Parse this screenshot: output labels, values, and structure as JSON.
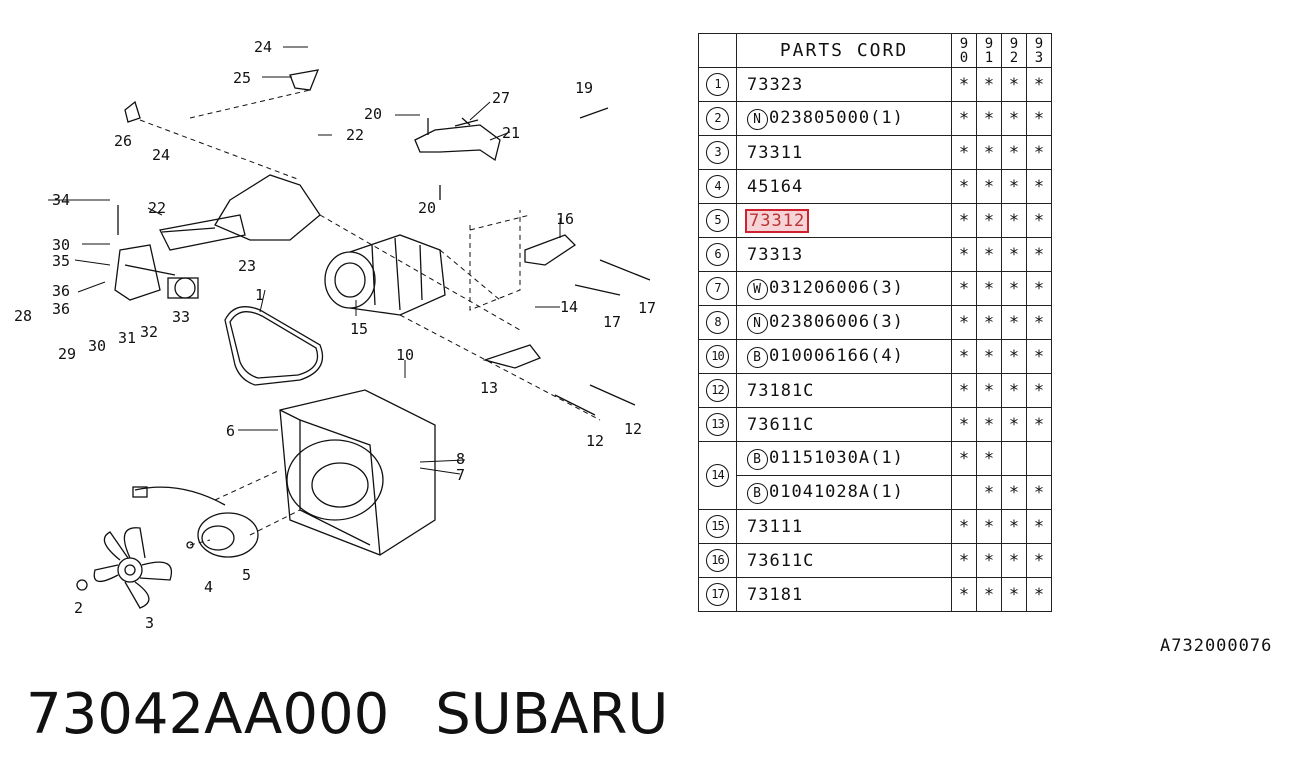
{
  "table": {
    "title": "PARTS CORD",
    "years": [
      "90",
      "91",
      "92",
      "93"
    ],
    "rows": [
      {
        "idx": "1",
        "prefix": "",
        "code": "73323",
        "marks": [
          "*",
          "*",
          "*",
          "*"
        ]
      },
      {
        "idx": "2",
        "prefix": "N",
        "code": "023805000(1)",
        "marks": [
          "*",
          "*",
          "*",
          "*"
        ]
      },
      {
        "idx": "3",
        "prefix": "",
        "code": "73311",
        "marks": [
          "*",
          "*",
          "*",
          "*"
        ]
      },
      {
        "idx": "4",
        "prefix": "",
        "code": "45164",
        "marks": [
          "*",
          "*",
          "*",
          "*"
        ]
      },
      {
        "idx": "5",
        "prefix": "",
        "code": "73312",
        "highlight": true,
        "marks": [
          "*",
          "*",
          "*",
          "*"
        ]
      },
      {
        "idx": "6",
        "prefix": "",
        "code": "73313",
        "marks": [
          "*",
          "*",
          "*",
          "*"
        ]
      },
      {
        "idx": "7",
        "prefix": "W",
        "code": "031206006(3)",
        "marks": [
          "*",
          "*",
          "*",
          "*"
        ]
      },
      {
        "idx": "8",
        "prefix": "N",
        "code": "023806006(3)",
        "marks": [
          "*",
          "*",
          "*",
          "*"
        ]
      },
      {
        "idx": "10",
        "prefix": "B",
        "code": "010006166(4)",
        "marks": [
          "*",
          "*",
          "*",
          "*"
        ]
      },
      {
        "idx": "12",
        "prefix": "",
        "code": "73181C",
        "marks": [
          "*",
          "*",
          "*",
          "*"
        ]
      },
      {
        "idx": "13",
        "prefix": "",
        "code": "73611C",
        "marks": [
          "*",
          "*",
          "*",
          "*"
        ]
      },
      {
        "idx": "14",
        "prefix": "B",
        "code": "01151030A(1)",
        "marks": [
          "*",
          "*",
          "",
          ""
        ],
        "rowspan": 2
      },
      {
        "idx": "",
        "prefix": "B",
        "code": "01041028A(1)",
        "marks": [
          "",
          "*",
          "*",
          "*"
        ],
        "continuation": true
      },
      {
        "idx": "15",
        "prefix": "",
        "code": "73111",
        "marks": [
          "*",
          "*",
          "*",
          "*"
        ]
      },
      {
        "idx": "16",
        "prefix": "",
        "code": "73611C",
        "marks": [
          "*",
          "*",
          "*",
          "*"
        ]
      },
      {
        "idx": "17",
        "prefix": "",
        "code": "73181",
        "marks": [
          "*",
          "*",
          "*",
          "*"
        ]
      }
    ]
  },
  "reference_code": "A732000076",
  "footer": {
    "part_number": "73042AA000",
    "brand": "SUBARU"
  },
  "diagram": {
    "callouts": [
      "24",
      "25",
      "26",
      "24",
      "22",
      "20",
      "27",
      "21",
      "22",
      "20",
      "19",
      "34",
      "30",
      "35",
      "36",
      "36",
      "28",
      "29",
      "30",
      "31",
      "32",
      "33",
      "23",
      "1",
      "15",
      "16",
      "17",
      "17",
      "14",
      "10",
      "13",
      "12",
      "12",
      "6",
      "8",
      "7",
      "5",
      "4",
      "2",
      "3"
    ]
  },
  "colors": {
    "highlight_fill": "#f6d3d6",
    "highlight_border": "#d0222e"
  }
}
